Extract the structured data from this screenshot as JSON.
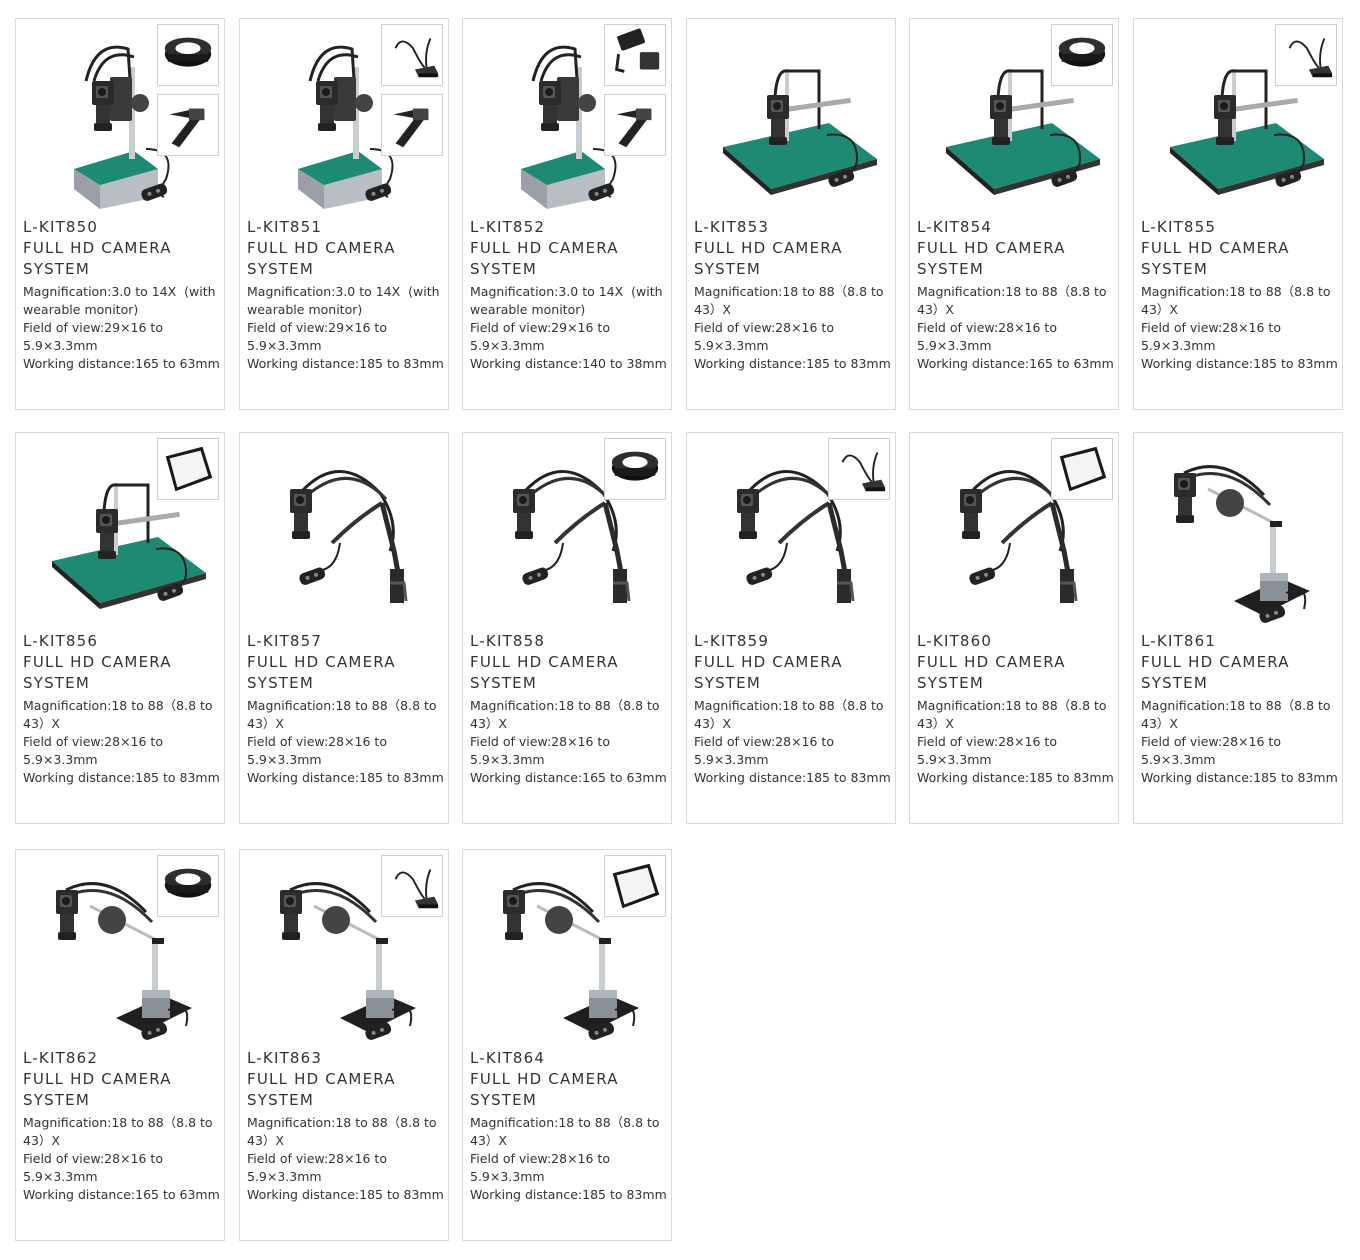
{
  "products": [
    {
      "model": "L-KIT850",
      "title": "FULL HD CAMERA SYSTEM",
      "magnification": "Magnification:3.0 to 14X  (with wearable monitor)",
      "field_of_view": "Field of view:29×16 to 5.9×3.3mm",
      "working_distance": "Working distance:165 to 63mm",
      "product_image": "vertical-stand-camera",
      "accessories": [
        "ring-light-icon",
        "wearable-monitor-icon"
      ]
    },
    {
      "model": "L-KIT851",
      "title": "FULL HD CAMERA SYSTEM",
      "magnification": "Magnification:3.0 to 14X  (with wearable monitor)",
      "field_of_view": "Field of view:29×16 to 5.9×3.3mm",
      "working_distance": "Working distance:185 to 83mm",
      "product_image": "vertical-stand-camera",
      "accessories": [
        "gooseneck-light-icon",
        "wearable-monitor-icon"
      ]
    },
    {
      "model": "L-KIT852",
      "title": "FULL HD CAMERA SYSTEM",
      "magnification": "Magnification:3.0 to 14X  (with wearable monitor)",
      "field_of_view": "Field of view:29×16 to 5.9×3.3mm",
      "working_distance": "Working distance:140 to 38mm",
      "product_image": "vertical-stand-camera",
      "accessories": [
        "coaxial-light-icon",
        "wearable-monitor-icon"
      ]
    },
    {
      "model": "L-KIT853",
      "title": "FULL HD CAMERA SYSTEM",
      "magnification": "Magnification:18 to 88（8.8 to 43）X",
      "field_of_view": "Field of view:28×16 to 5.9×3.3mm",
      "working_distance": "Working distance:185 to 83mm",
      "product_image": "large-base-camera",
      "accessories": []
    },
    {
      "model": "L-KIT854",
      "title": "FULL HD CAMERA SYSTEM",
      "magnification": "Magnification:18 to 88（8.8 to 43）X",
      "field_of_view": "Field of view:28×16 to 5.9×3.3mm",
      "working_distance": "Working distance:165 to 63mm",
      "product_image": "large-base-camera",
      "accessories": [
        "ring-light-icon"
      ]
    },
    {
      "model": "L-KIT855",
      "title": "FULL HD CAMERA SYSTEM",
      "magnification": "Magnification:18 to 88（8.8 to 43）X",
      "field_of_view": "Field of view:28×16 to 5.9×3.3mm",
      "working_distance": "Working distance:185 to 83mm",
      "product_image": "large-base-camera",
      "accessories": [
        "gooseneck-light-icon"
      ]
    },
    {
      "model": "L-KIT856",
      "title": "FULL HD CAMERA SYSTEM",
      "magnification": "Magnification:18 to 88（8.8 to 43）X",
      "field_of_view": "Field of view:28×16 to 5.9×3.3mm",
      "working_distance": "Working distance:185 to 83mm",
      "product_image": "large-base-camera",
      "accessories": [
        "light-panel-icon"
      ]
    },
    {
      "model": "L-KIT857",
      "title": "FULL HD CAMERA SYSTEM",
      "magnification": "Magnification:18 to 88（8.8 to 43）X",
      "field_of_view": "Field of view:28×16 to 5.9×3.3mm",
      "working_distance": "Working distance:185 to 83mm",
      "product_image": "clamp-arm-camera",
      "accessories": []
    },
    {
      "model": "L-KIT858",
      "title": "FULL HD CAMERA SYSTEM",
      "magnification": "Magnification:18 to 88（8.8 to 43）X",
      "field_of_view": "Field of view:28×16 to 5.9×3.3mm",
      "working_distance": "Working distance:165 to 63mm",
      "product_image": "clamp-arm-camera",
      "accessories": [
        "ring-light-icon"
      ]
    },
    {
      "model": "L-KIT859",
      "title": "FULL HD CAMERA SYSTEM",
      "magnification": "Magnification:18 to 88（8.8 to 43）X",
      "field_of_view": "Field of view:28×16 to 5.9×3.3mm",
      "working_distance": "Working distance:185 to 83mm",
      "product_image": "clamp-arm-camera",
      "accessories": [
        "gooseneck-light-icon"
      ]
    },
    {
      "model": "L-KIT860",
      "title": "FULL HD CAMERA SYSTEM",
      "magnification": "Magnification:18 to 88（8.8 to 43）X",
      "field_of_view": "Field of view:28×16 to 5.9×3.3mm",
      "working_distance": "Working distance:185 to 83mm",
      "product_image": "clamp-arm-camera",
      "accessories": [
        "light-panel-icon"
      ]
    },
    {
      "model": "L-KIT861",
      "title": "FULL HD CAMERA SYSTEM",
      "magnification": "Magnification:18 to 88（8.8 to 43）X",
      "field_of_view": "Field of view:28×16 to 5.9×3.3mm",
      "working_distance": "Working distance:185 to 83mm",
      "product_image": "magnetic-arm-camera",
      "accessories": []
    },
    {
      "model": "L-KIT862",
      "title": "FULL HD CAMERA SYSTEM",
      "magnification": "Magnification:18 to 88（8.8 to 43）X",
      "field_of_view": "Field of view:28×16 to 5.9×3.3mm",
      "working_distance": "Working distance:165 to 63mm",
      "product_image": "magnetic-arm-camera",
      "accessories": [
        "ring-light-icon"
      ]
    },
    {
      "model": "L-KIT863",
      "title": "FULL HD CAMERA SYSTEM",
      "magnification": "Magnification:18 to 88（8.8 to 43）X",
      "field_of_view": "Field of view:28×16 to 5.9×3.3mm",
      "working_distance": "Working distance:185 to 83mm",
      "product_image": "magnetic-arm-camera",
      "accessories": [
        "gooseneck-light-icon"
      ]
    },
    {
      "model": "L-KIT864",
      "title": "FULL HD CAMERA SYSTEM",
      "magnification": "Magnification:18 to 88（8.8 to 43）X",
      "field_of_view": "Field of view:28×16 to 5.9×3.3mm",
      "working_distance": "Working distance:185 to 83mm",
      "product_image": "magnetic-arm-camera",
      "accessories": [
        "light-panel-icon"
      ]
    }
  ],
  "colors": {
    "mat_green": "#1f8a74",
    "card_border": "#d9d9d9",
    "text": "#333333"
  }
}
